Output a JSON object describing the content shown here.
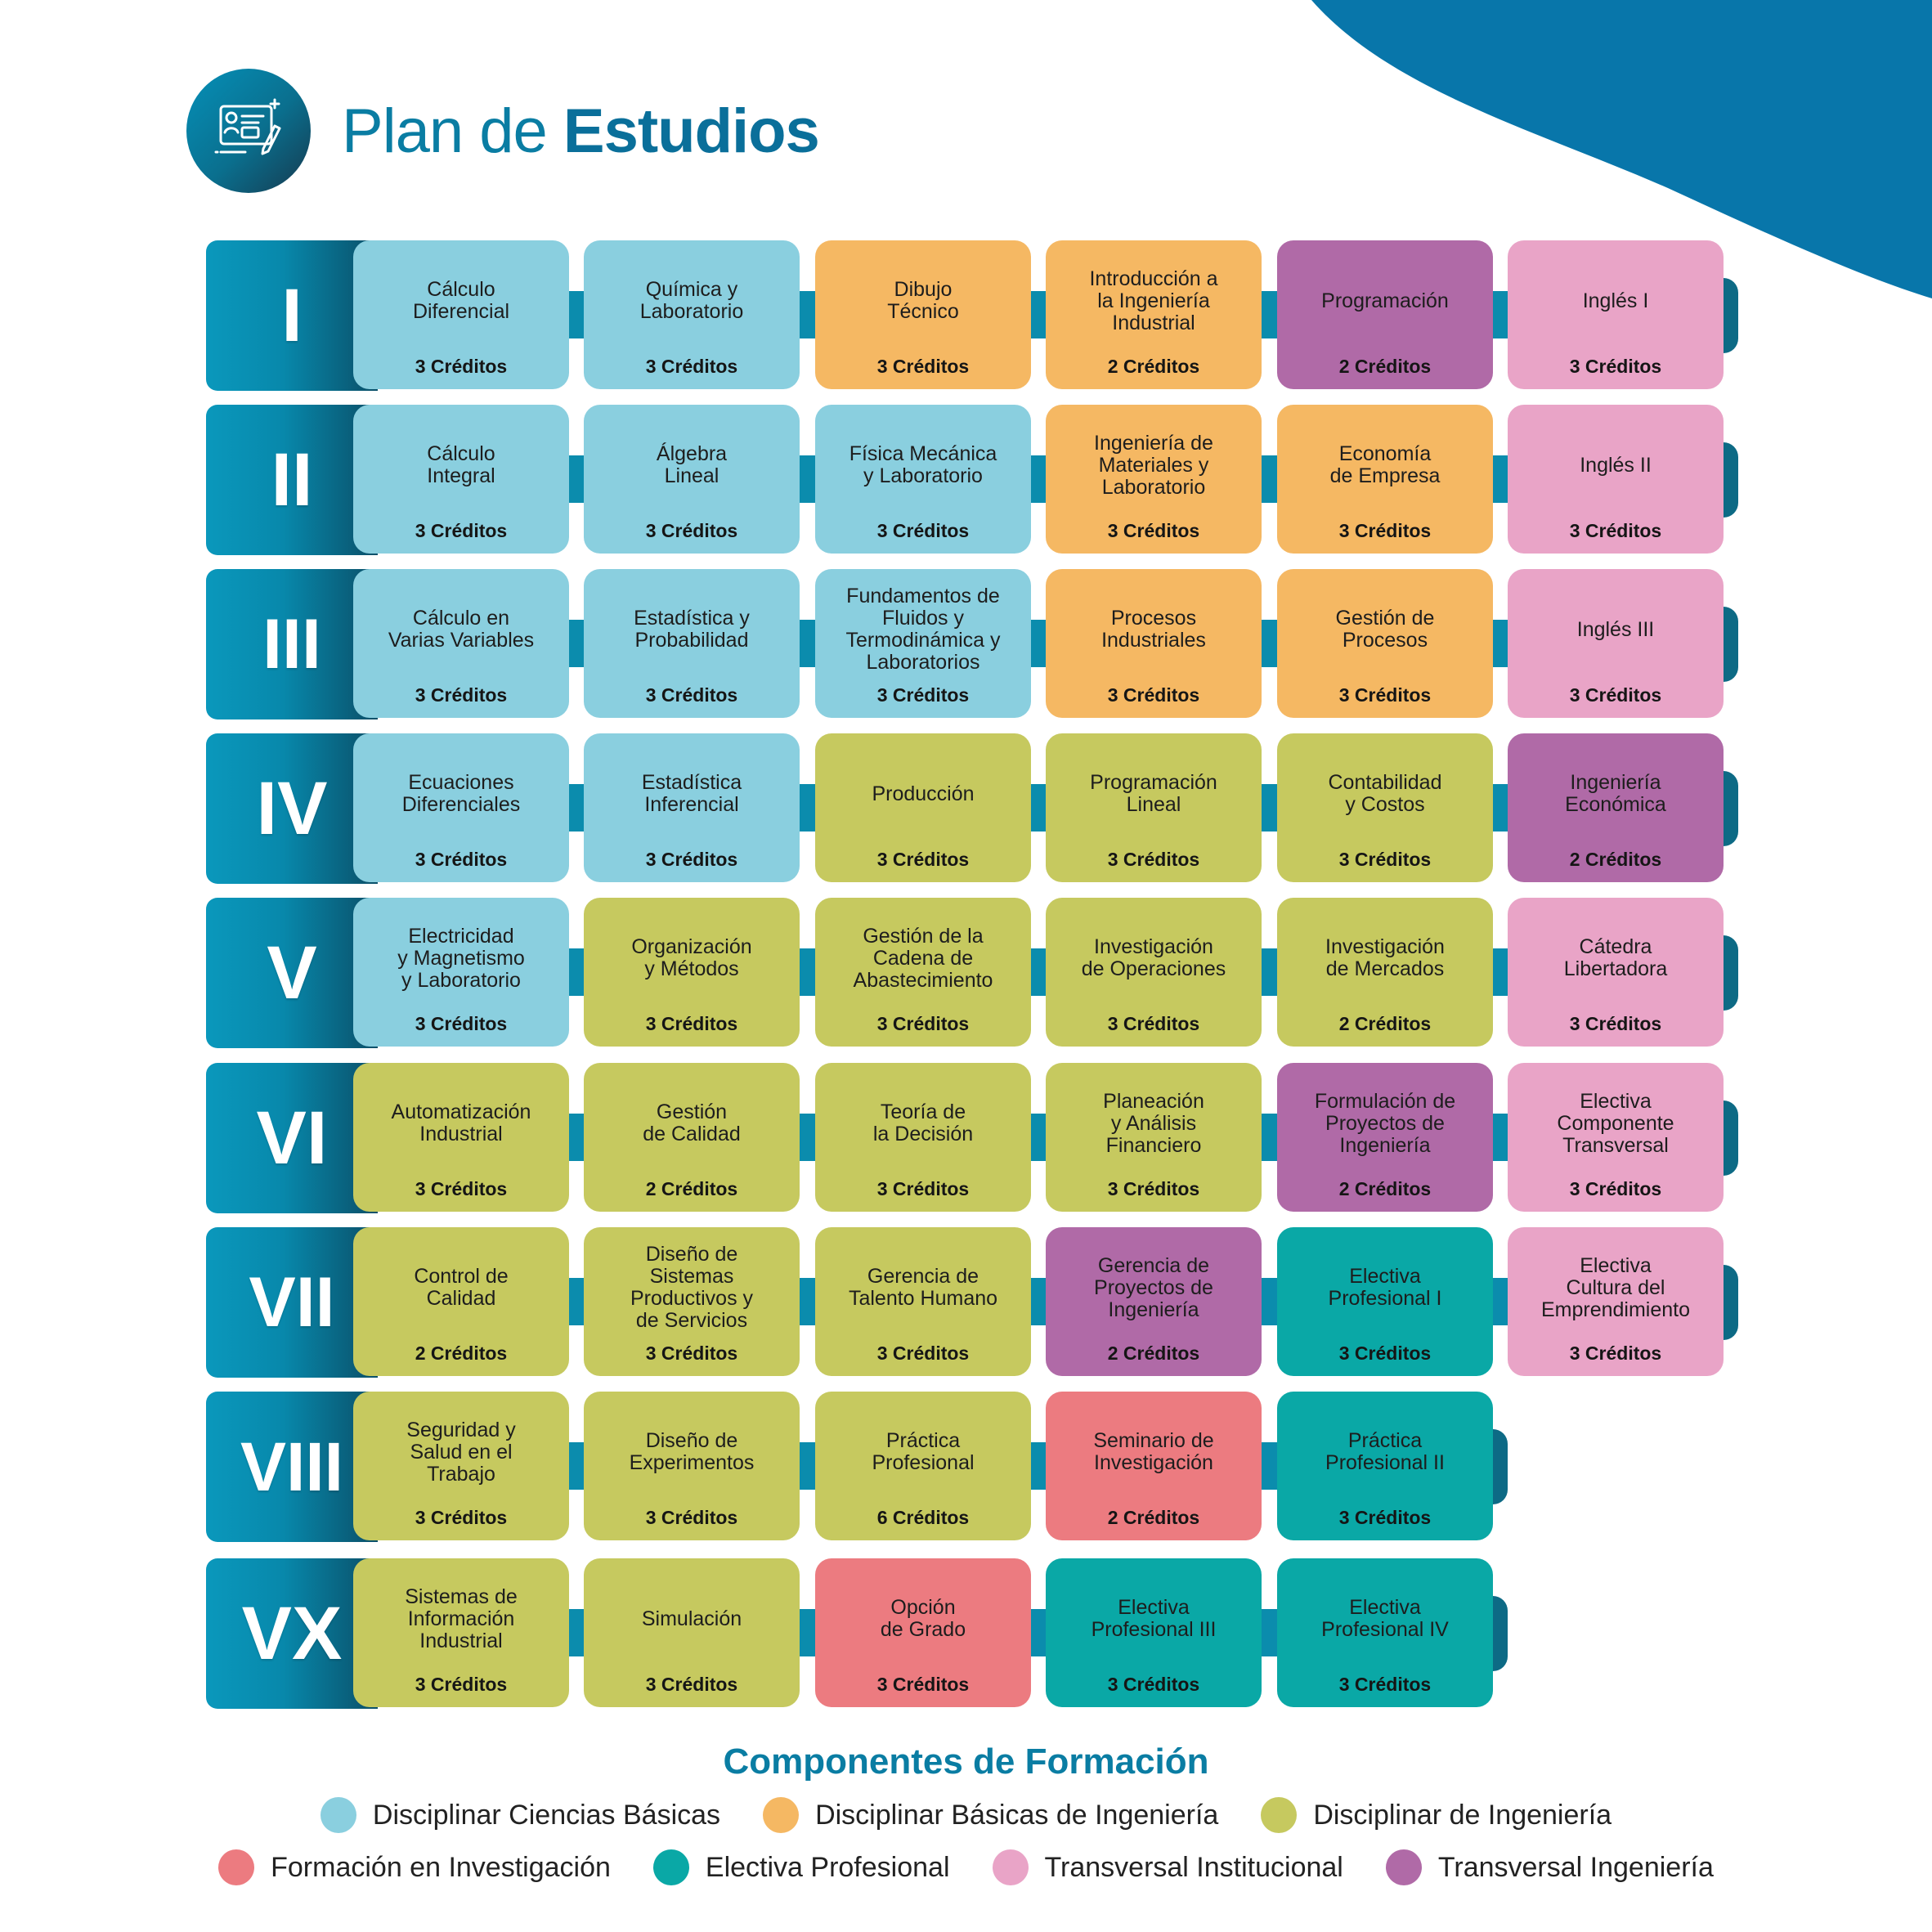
{
  "header": {
    "title_light": "Plan de",
    "title_bold": "Estudios",
    "icon": "study-plan-icon"
  },
  "colors": {
    "Disciplinar Ciencias Básicas": "#8acfdf",
    "Disciplinar Básicas de Ingeniería": "#f5b863",
    "Disciplinar de Ingeniería": "#c6c95f",
    "Formación en Investigación": "#ec7b80",
    "Electiva Profesional": "#0aa8a6",
    "Transversal Institucional": "#e9a4c7",
    "Transversal Ingeniería": "#b06aa7",
    "semester_bar": "#0b8cad"
  },
  "semesters": [
    {
      "numeral": "I",
      "courses": [
        {
          "name": "Cálculo\nDiferencial",
          "credits": "3 Créditos",
          "category": "cb"
        },
        {
          "name": "Química y\nLaboratorio",
          "credits": "3 Créditos",
          "category": "cb"
        },
        {
          "name": "Dibujo\nTécnico",
          "credits": "3 Créditos",
          "category": "bi"
        },
        {
          "name": "Introducción a\nla Ingeniería\nIndustrial",
          "credits": "2 Créditos",
          "category": "bi"
        },
        {
          "name": "Programación",
          "credits": "2 Créditos",
          "category": "tg"
        },
        {
          "name": "Inglés I",
          "credits": "3 Créditos",
          "category": "ti"
        }
      ]
    },
    {
      "numeral": "II",
      "courses": [
        {
          "name": "Cálculo\nIntegral",
          "credits": "3 Créditos",
          "category": "cb"
        },
        {
          "name": "Álgebra\nLineal",
          "credits": "3 Créditos",
          "category": "cb"
        },
        {
          "name": "Física Mecánica\ny Laboratorio",
          "credits": "3 Créditos",
          "category": "cb"
        },
        {
          "name": "Ingeniería de\nMateriales y\nLaboratorio",
          "credits": "3 Créditos",
          "category": "bi"
        },
        {
          "name": "Economía\nde Empresa",
          "credits": "3 Créditos",
          "category": "bi"
        },
        {
          "name": "Inglés II",
          "credits": "3 Créditos",
          "category": "ti"
        }
      ]
    },
    {
      "numeral": "III",
      "courses": [
        {
          "name": "Cálculo en\nVarias Variables",
          "credits": "3 Créditos",
          "category": "cb"
        },
        {
          "name": "Estadística y\nProbabilidad",
          "credits": "3 Créditos",
          "category": "cb"
        },
        {
          "name": "Fundamentos de\nFluidos y\nTermodinámica y\nLaboratorios",
          "credits": "3 Créditos",
          "category": "cb"
        },
        {
          "name": "Procesos\nIndustriales",
          "credits": "3 Créditos",
          "category": "bi"
        },
        {
          "name": "Gestión de\nProcesos",
          "credits": "3 Créditos",
          "category": "bi"
        },
        {
          "name": "Inglés III",
          "credits": "3 Créditos",
          "category": "ti"
        }
      ]
    },
    {
      "numeral": "IV",
      "courses": [
        {
          "name": "Ecuaciones\nDiferenciales",
          "credits": "3 Créditos",
          "category": "cb"
        },
        {
          "name": "Estadística\nInferencial",
          "credits": "3 Créditos",
          "category": "cb"
        },
        {
          "name": "Producción",
          "credits": "3 Créditos",
          "category": "di"
        },
        {
          "name": "Programación\nLineal",
          "credits": "3 Créditos",
          "category": "di"
        },
        {
          "name": "Contabilidad\ny Costos",
          "credits": "3 Créditos",
          "category": "di"
        },
        {
          "name": "Ingeniería\nEconómica",
          "credits": "2 Créditos",
          "category": "tg"
        }
      ]
    },
    {
      "numeral": "V",
      "courses": [
        {
          "name": "Electricidad\ny Magnetismo\ny Laboratorio",
          "credits": "3 Créditos",
          "category": "cb"
        },
        {
          "name": "Organización\ny Métodos",
          "credits": "3 Créditos",
          "category": "di"
        },
        {
          "name": "Gestión de la\nCadena de\nAbastecimiento",
          "credits": "3 Créditos",
          "category": "di"
        },
        {
          "name": "Investigación\nde Operaciones",
          "credits": "3 Créditos",
          "category": "di"
        },
        {
          "name": "Investigación\nde Mercados",
          "credits": "2 Créditos",
          "category": "di"
        },
        {
          "name": "Cátedra\nLibertadora",
          "credits": "3 Créditos",
          "category": "ti"
        }
      ]
    },
    {
      "numeral": "VI",
      "courses": [
        {
          "name": "Automatización\nIndustrial",
          "credits": "3 Créditos",
          "category": "di"
        },
        {
          "name": "Gestión\nde Calidad",
          "credits": "2 Créditos",
          "category": "di"
        },
        {
          "name": "Teoría de\nla Decisión",
          "credits": "3 Créditos",
          "category": "di"
        },
        {
          "name": "Planeación\ny Análisis\nFinanciero",
          "credits": "3 Créditos",
          "category": "di"
        },
        {
          "name": "Formulación de\nProyectos de\nIngeniería",
          "credits": "2 Créditos",
          "category": "tg"
        },
        {
          "name": "Electiva\nComponente\nTransversal",
          "credits": "3 Créditos",
          "category": "ti"
        }
      ]
    },
    {
      "numeral": "VII",
      "courses": [
        {
          "name": "Control de\nCalidad",
          "credits": "2 Créditos",
          "category": "di"
        },
        {
          "name": "Diseño de\nSistemas\nProductivos y\nde Servicios",
          "credits": "3 Créditos",
          "category": "di"
        },
        {
          "name": "Gerencia de\nTalento Humano",
          "credits": "3 Créditos",
          "category": "di"
        },
        {
          "name": "Gerencia de\nProyectos de\nIngeniería",
          "credits": "2 Créditos",
          "category": "tg"
        },
        {
          "name": "Electiva\nProfesional I",
          "credits": "3 Créditos",
          "category": "ep"
        },
        {
          "name": "Electiva\nCultura del\nEmprendimiento",
          "credits": "3 Créditos",
          "category": "ti"
        }
      ]
    },
    {
      "numeral": "VIII",
      "courses": [
        {
          "name": "Seguridad y\nSalud en el\nTrabajo",
          "credits": "3 Créditos",
          "category": "di"
        },
        {
          "name": "Diseño de\nExperimentos",
          "credits": "3 Créditos",
          "category": "di"
        },
        {
          "name": "Práctica\nProfesional",
          "credits": "6 Créditos",
          "category": "di"
        },
        {
          "name": "Seminario de\nInvestigación",
          "credits": "2 Créditos",
          "category": "fi"
        },
        {
          "name": "Práctica\nProfesional II",
          "credits": "3 Créditos",
          "category": "ep"
        }
      ]
    },
    {
      "numeral": "VX",
      "courses": [
        {
          "name": "Sistemas de\nInformación\nIndustrial",
          "credits": "3 Créditos",
          "category": "di"
        },
        {
          "name": "Simulación",
          "credits": "3 Créditos",
          "category": "di"
        },
        {
          "name": "Opción\nde Grado",
          "credits": "3 Créditos",
          "category": "fi"
        },
        {
          "name": "Electiva\nProfesional III",
          "credits": "3 Créditos",
          "category": "ep"
        },
        {
          "name": "Electiva\nProfesional IV",
          "credits": "3 Créditos",
          "category": "ep"
        }
      ]
    }
  ],
  "legend": {
    "title": "Componentes de Formación",
    "rows": [
      [
        {
          "label": "Disciplinar Ciencias Básicas",
          "color": "#8acfdf"
        },
        {
          "label": "Disciplinar Básicas de Ingeniería",
          "color": "#f5b863"
        },
        {
          "label": "Disciplinar de Ingeniería",
          "color": "#c6c95f"
        }
      ],
      [
        {
          "label": "Formación en Investigación",
          "color": "#ec7b80"
        },
        {
          "label": "Electiva Profesional",
          "color": "#0aa8a6"
        },
        {
          "label": "Transversal Institucional",
          "color": "#e9a4c7"
        },
        {
          "label": "Transversal Ingeniería",
          "color": "#b06aa7"
        }
      ]
    ]
  }
}
